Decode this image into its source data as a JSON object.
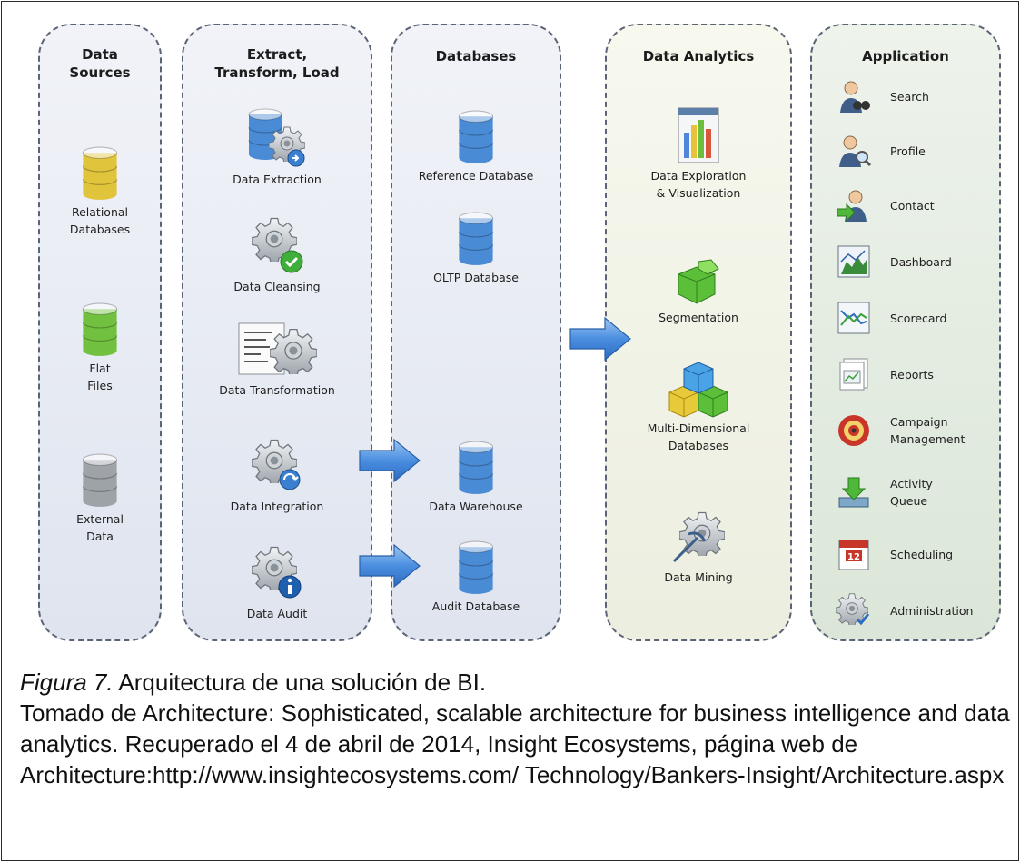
{
  "columns": {
    "sources": {
      "title": "Data\nSources",
      "items": [
        "Relational\nDatabases",
        "Flat\nFiles",
        "External\nData"
      ]
    },
    "etl": {
      "title": "Extract,\nTransform, Load",
      "items": [
        "Data Extraction",
        "Data Cleansing",
        "Data Transformation",
        "Data Integration",
        "Data Audit"
      ]
    },
    "databases": {
      "title": "Databases",
      "items": [
        "Reference Database",
        "OLTP Database",
        "Data Warehouse",
        "Audit Database"
      ]
    },
    "analytics": {
      "title": "Data Analytics",
      "items": [
        "Data Exploration\n& Visualization",
        "Segmentation",
        "Multi-Dimensional\nDatabases",
        "Data Mining"
      ]
    },
    "application": {
      "title": "Application",
      "items": [
        "Search",
        "Profile",
        "Contact",
        "Dashboard",
        "Scorecard",
        "Reports",
        "Campaign\nManagement",
        "Activity\nQueue",
        "Scheduling",
        "Administration"
      ]
    }
  },
  "colors": {
    "column_fill_blue": "#e9ecf4",
    "column_fill_green": "#f3f4e8",
    "column_fill_app": "#e6eee4",
    "column_border": "#5b6476",
    "arrow_blue": "#3f7ed6",
    "db_blue": "#4a8bd6",
    "db_yellow": "#e8d04a",
    "db_green": "#7cc846",
    "db_gray": "#9ea3a8"
  },
  "caption": {
    "figure_label": "Figura 7.",
    "figure_title": " Arquitectura de una solución de BI.",
    "source_text": "Tomado de Architecture: Sophisticated, scalable architecture for business intelligence and data analytics. Recuperado  el 4 de abril de 2014, Insight Ecosystems, página web de Architecture:http://www.insightecosystems.com/ Technology/Bankers-Insight/Architecture.aspx"
  }
}
